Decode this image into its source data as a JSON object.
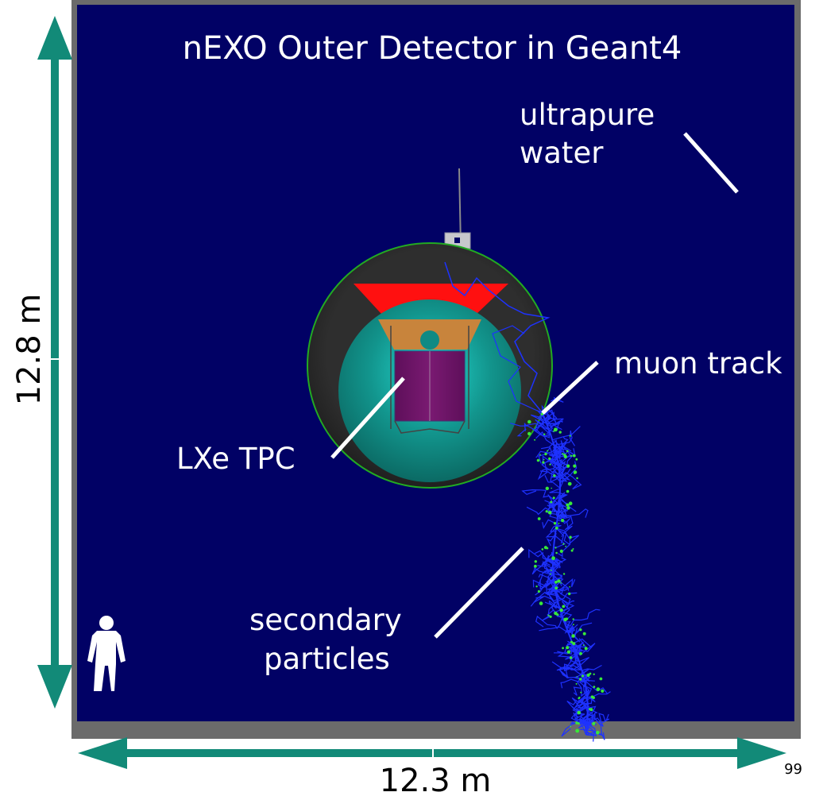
{
  "title": "nEXO Outer Detector in Geant4",
  "labels": {
    "water_line1": "ultrapure",
    "water_line2": "water",
    "muon": "muon track",
    "tpc": "LXe TPC",
    "secondary_line1": "secondary",
    "secondary_line2": "particles"
  },
  "dimensions": {
    "height": "12.8 m",
    "width": "12.3 m"
  },
  "page_number": "99",
  "colors": {
    "water": "#010165",
    "frame": "#6b6b6b",
    "arrow": "#128a78",
    "cryostat_outer": "#2b2b2b",
    "cryostat_inner": "#0f7a74",
    "tpc": "#6b1466",
    "tracks": "#1e32ff",
    "hits": "#38e838",
    "red_component": "#ff1010",
    "copper": "#c8843c"
  }
}
